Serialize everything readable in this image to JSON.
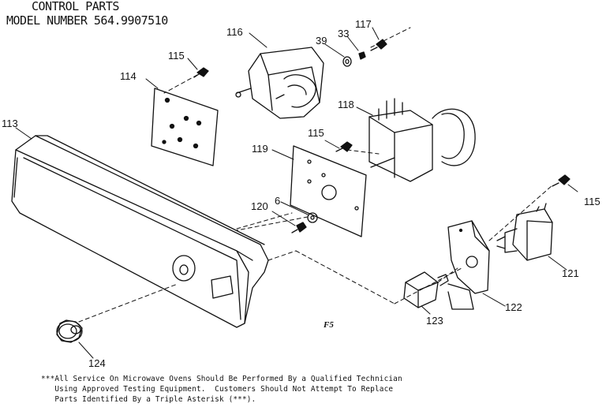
{
  "header": {
    "line1": "CONTROL PARTS",
    "line2": "MODEL NUMBER 564.9907510"
  },
  "figure_label": "F5",
  "callouts": {
    "p113": "113",
    "p114": "114",
    "p115a": "115",
    "p116": "116",
    "p39": "39",
    "p33": "33",
    "p117": "117",
    "p118": "118",
    "p115b": "115",
    "p119": "119",
    "p6": "6",
    "p120": "120",
    "p115c": "115",
    "p121": "121",
    "p122": "122",
    "p123": "123",
    "p124": "124"
  },
  "footnote": {
    "line1": "***All Service On Microwave Ovens Should Be Performed By a Qualified Technician",
    "line2": "   Using Approved Testing Equipment.  Customers Should Not Attempt To Replace",
    "line3": "   Parts Identified By a Triple Asterisk (***)."
  }
}
